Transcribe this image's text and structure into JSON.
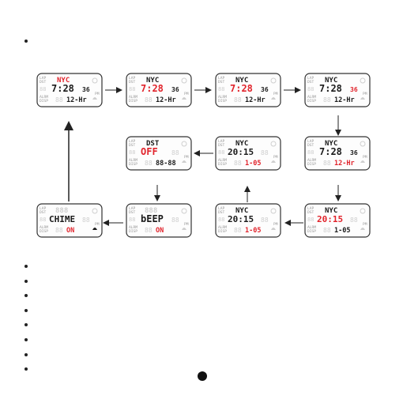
{
  "labels": {
    "lap": "LAP",
    "dst": "DST",
    "alrm": "ALRM",
    "disp": "DISP",
    "pm": "PM"
  },
  "screens": [
    {
      "id": "city",
      "top": "NYC",
      "top_red": true,
      "main": "7:28",
      "sec": "36",
      "main_red": false,
      "sec_red": false,
      "bottom": "12-Hr",
      "bottom_red": false
    },
    {
      "id": "hour",
      "top": "NYC",
      "top_red": false,
      "main": "7:28",
      "sec": "36",
      "main_red": true,
      "sec_red": false,
      "bottom": "12-Hr",
      "bottom_red": false
    },
    {
      "id": "minute",
      "top": "NYC",
      "top_red": false,
      "main": "7:28",
      "sec": "36",
      "main_red": true,
      "sec_red": false,
      "bottom": "12-Hr",
      "bottom_red": false
    },
    {
      "id": "second",
      "top": "NYC",
      "top_red": false,
      "main": "7:28",
      "sec": "36",
      "main_red": false,
      "sec_red": true,
      "bottom": "12-Hr",
      "bottom_red": false
    },
    {
      "id": "format",
      "top": "NYC",
      "top_red": false,
      "main": "7:28",
      "sec": "36",
      "main_red": false,
      "sec_red": false,
      "bottom": "12-Hr",
      "bottom_red": true
    },
    {
      "id": "year",
      "top": "NYC",
      "top_red": false,
      "main": "20:15",
      "sec": "",
      "main_red": true,
      "sec_red": false,
      "bottom": "1-05",
      "bottom_red": false
    },
    {
      "id": "month",
      "top": "NYC",
      "top_red": false,
      "main": "20:15",
      "sec": "",
      "main_red": false,
      "sec_red": false,
      "bottom": "1-05",
      "bottom_red": true
    },
    {
      "id": "day",
      "top": "NYC",
      "top_red": false,
      "main": "20:15",
      "sec": "",
      "main_red": false,
      "sec_red": false,
      "bottom": "1-05",
      "bottom_red": true
    },
    {
      "id": "dst",
      "top": "DST",
      "top_red": false,
      "main": "OFF",
      "sec": "",
      "main_red": true,
      "sec_red": false,
      "bottom": "88-88",
      "bottom_red": false
    },
    {
      "id": "beep",
      "top": "",
      "top_red": false,
      "main": "bEEP",
      "sec": "",
      "main_red": false,
      "sec_red": false,
      "bottom": "ON",
      "bottom_red": true
    },
    {
      "id": "chime",
      "top": "",
      "top_red": false,
      "main": "CHIME",
      "sec": "",
      "main_red": false,
      "sec_red": false,
      "bottom": "ON",
      "bottom_red": true
    }
  ],
  "page": {
    "bullets_count": 8
  }
}
